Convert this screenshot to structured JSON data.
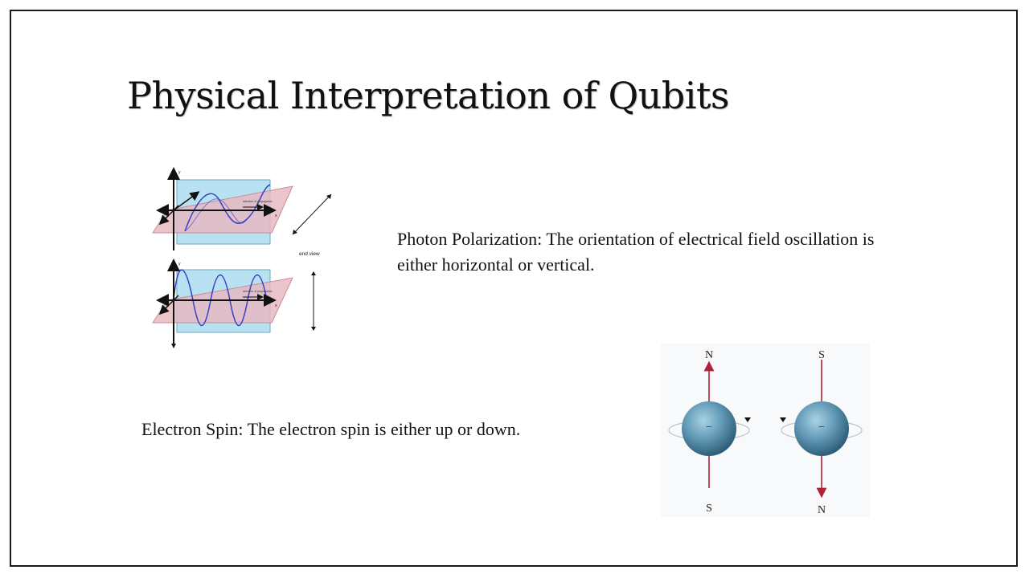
{
  "slide": {
    "title": "Physical Interpretation of Qubits",
    "photon_text": "Photon Polarization: The orientation of electrical field oscillation is either horizontal or vertical.",
    "electron_text": "Electron Spin: The electron spin is either up or down."
  },
  "photon_figure": {
    "end_view_label": "end view",
    "axis_y_label": "y",
    "axis_z_label": "z",
    "axis_x_label": "x",
    "propagation_label": "direction of propagation"
  },
  "spin_figure": {
    "left": {
      "top_label": "N",
      "bottom_label": "S",
      "charge": "−"
    },
    "right": {
      "top_label": "S",
      "bottom_label": "N",
      "charge": "−"
    }
  },
  "colors": {
    "wave": "#3a3fc4",
    "plane_blue": "#b8e2f2",
    "plane_pink": "#e7b6bf",
    "arrow_red": "#b0213a",
    "sphere": "#5f97b4"
  }
}
